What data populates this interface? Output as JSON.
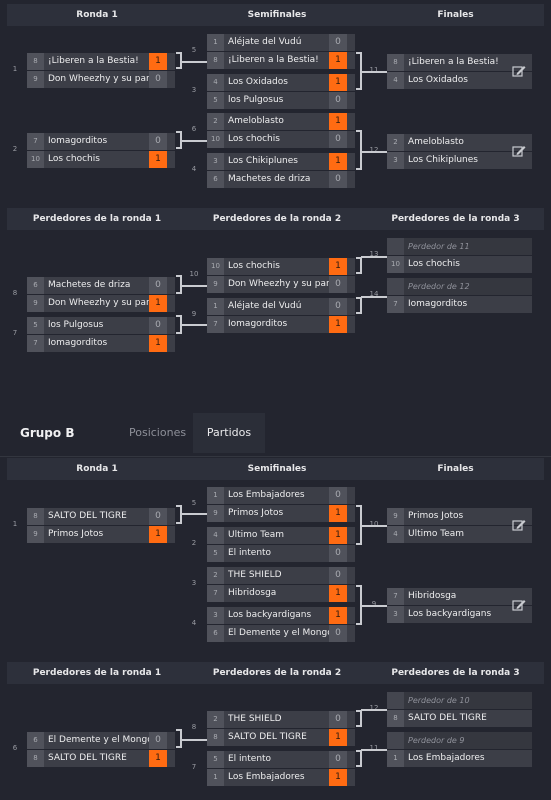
{
  "groupA": {
    "headers": [
      "Ronda 1",
      "Semifinales",
      "Finales",
      "Perdedores de la ronda 1",
      "Perdedores de la ronda 2",
      "Perdedores de la ronda 3"
    ],
    "winners": {
      "round1": [
        {
          "id": "1",
          "rows": [
            {
              "seed": "8",
              "name": "¡Liberen a la Bestia!",
              "score": "1",
              "win": true
            },
            {
              "seed": "9",
              "name": "Don Wheezhy y su pand",
              "score": "0",
              "win": false
            }
          ]
        },
        {
          "id": "2",
          "rows": [
            {
              "seed": "7",
              "name": "Iomagorditos",
              "score": "0",
              "win": false
            },
            {
              "seed": "10",
              "name": "Los chochis",
              "score": "1",
              "win": true
            }
          ]
        }
      ],
      "semis": [
        {
          "id": "5",
          "rows": [
            {
              "seed": "1",
              "name": "Aléjate del Vudú",
              "score": "0",
              "win": false
            },
            {
              "seed": "8",
              "name": "¡Liberen a la Bestia!",
              "score": "1",
              "win": true
            }
          ]
        },
        {
          "id": "3",
          "rows": [
            {
              "seed": "4",
              "name": "Los Oxidados",
              "score": "1",
              "win": true
            },
            {
              "seed": "5",
              "name": "los Pulgosus",
              "score": "0",
              "win": false
            }
          ]
        },
        {
          "id": "6",
          "rows": [
            {
              "seed": "2",
              "name": "Ameloblasto",
              "score": "1",
              "win": true
            },
            {
              "seed": "10",
              "name": "Los chochis",
              "score": "0",
              "win": false
            }
          ]
        },
        {
          "id": "4",
          "rows": [
            {
              "seed": "3",
              "name": "Los Chikiplunes",
              "score": "1",
              "win": true
            },
            {
              "seed": "6",
              "name": "Machetes de driza",
              "score": "0",
              "win": false
            }
          ]
        }
      ],
      "finals": [
        {
          "id": "11",
          "rows": [
            {
              "seed": "8",
              "name": "¡Liberen a la Bestia!"
            },
            {
              "seed": "4",
              "name": "Los Oxidados"
            }
          ]
        },
        {
          "id": "12",
          "rows": [
            {
              "seed": "2",
              "name": "Ameloblasto"
            },
            {
              "seed": "3",
              "name": "Los Chikiplunes"
            }
          ]
        }
      ]
    },
    "losers": {
      "round1": [
        {
          "id": "8",
          "rows": [
            {
              "seed": "6",
              "name": "Machetes de driza",
              "score": "0",
              "win": false
            },
            {
              "seed": "9",
              "name": "Don Wheezhy y su pand",
              "score": "1",
              "win": true
            }
          ]
        },
        {
          "id": "7",
          "rows": [
            {
              "seed": "5",
              "name": "los Pulgosus",
              "score": "0",
              "win": false
            },
            {
              "seed": "7",
              "name": "Iomagorditos",
              "score": "1",
              "win": true
            }
          ]
        }
      ],
      "round2": [
        {
          "id": "10",
          "rows": [
            {
              "seed": "10",
              "name": "Los chochis",
              "score": "1",
              "win": true
            },
            {
              "seed": "9",
              "name": "Don Wheezhy y su pand",
              "score": "0",
              "win": false
            }
          ]
        },
        {
          "id": "9",
          "rows": [
            {
              "seed": "1",
              "name": "Aléjate del Vudú",
              "score": "0",
              "win": false
            },
            {
              "seed": "7",
              "name": "Iomagorditos",
              "score": "1",
              "win": true
            }
          ]
        }
      ],
      "round3": [
        {
          "id": "13",
          "rows": [
            {
              "placeholder": "Perdedor de 11"
            },
            {
              "seed": "10",
              "name": "Los chochis"
            }
          ]
        },
        {
          "id": "14",
          "rows": [
            {
              "placeholder": "Perdedor de 12"
            },
            {
              "seed": "7",
              "name": "Iomagorditos"
            }
          ]
        }
      ]
    }
  },
  "groupB": {
    "title": "Grupo B",
    "tabs": [
      "Posiciones",
      "Partidos"
    ],
    "headers": [
      "Ronda 1",
      "Semifinales",
      "Finales",
      "Perdedores de la ronda 1",
      "Perdedores de la ronda 2",
      "Perdedores de la ronda 3"
    ],
    "winners": {
      "round1": [
        {
          "id": "1",
          "rows": [
            {
              "seed": "8",
              "name": "SALTO DEL TIGRE",
              "score": "0",
              "win": false
            },
            {
              "seed": "9",
              "name": "Primos Jotos",
              "score": "1",
              "win": true
            }
          ]
        }
      ],
      "semis": [
        {
          "id": "5",
          "rows": [
            {
              "seed": "1",
              "name": "Los Embajadores",
              "score": "0",
              "win": false
            },
            {
              "seed": "9",
              "name": "Primos Jotos",
              "score": "1",
              "win": true
            }
          ]
        },
        {
          "id": "2",
          "rows": [
            {
              "seed": "4",
              "name": "Ultimo Team",
              "score": "1",
              "win": true
            },
            {
              "seed": "5",
              "name": "El intento",
              "score": "0",
              "win": false
            }
          ]
        },
        {
          "id": "3",
          "rows": [
            {
              "seed": "2",
              "name": "THE SHIELD",
              "score": "0",
              "win": false
            },
            {
              "seed": "7",
              "name": "Hibridosga",
              "score": "1",
              "win": true
            }
          ]
        },
        {
          "id": "4",
          "rows": [
            {
              "seed": "3",
              "name": "Los backyardigans",
              "score": "1",
              "win": true
            },
            {
              "seed": "6",
              "name": "El Demente y el Mongol",
              "score": "0",
              "win": false
            }
          ]
        }
      ],
      "finals": [
        {
          "id": "10",
          "rows": [
            {
              "seed": "9",
              "name": "Primos Jotos"
            },
            {
              "seed": "4",
              "name": "Ultimo Team"
            }
          ]
        },
        {
          "id": "9",
          "rows": [
            {
              "seed": "7",
              "name": "Hibridosga"
            },
            {
              "seed": "3",
              "name": "Los backyardigans"
            }
          ]
        }
      ]
    },
    "losers": {
      "round1": [
        {
          "id": "6",
          "rows": [
            {
              "seed": "6",
              "name": "El Demente y el Mongol",
              "score": "0",
              "win": false
            },
            {
              "seed": "8",
              "name": "SALTO DEL TIGRE",
              "score": "1",
              "win": true
            }
          ]
        }
      ],
      "round2": [
        {
          "id": "8",
          "rows": [
            {
              "seed": "2",
              "name": "THE SHIELD",
              "score": "0",
              "win": false
            },
            {
              "seed": "8",
              "name": "SALTO DEL TIGRE",
              "score": "1",
              "win": true
            }
          ]
        },
        {
          "id": "7",
          "rows": [
            {
              "seed": "5",
              "name": "El intento",
              "score": "0",
              "win": false
            },
            {
              "seed": "1",
              "name": "Los Embajadores",
              "score": "1",
              "win": true
            }
          ]
        }
      ],
      "round3": [
        {
          "id": "12",
          "rows": [
            {
              "placeholder": "Perdedor de 10"
            },
            {
              "seed": "8",
              "name": "SALTO DEL TIGRE"
            }
          ]
        },
        {
          "id": "11",
          "rows": [
            {
              "placeholder": "Perdedor de 9"
            },
            {
              "seed": "1",
              "name": "Los Embajadores"
            }
          ]
        }
      ]
    }
  },
  "colors": {
    "accent": "#ff6b12",
    "background": "#23252f",
    "header": "#2d303b",
    "row": "#3c3e47"
  }
}
